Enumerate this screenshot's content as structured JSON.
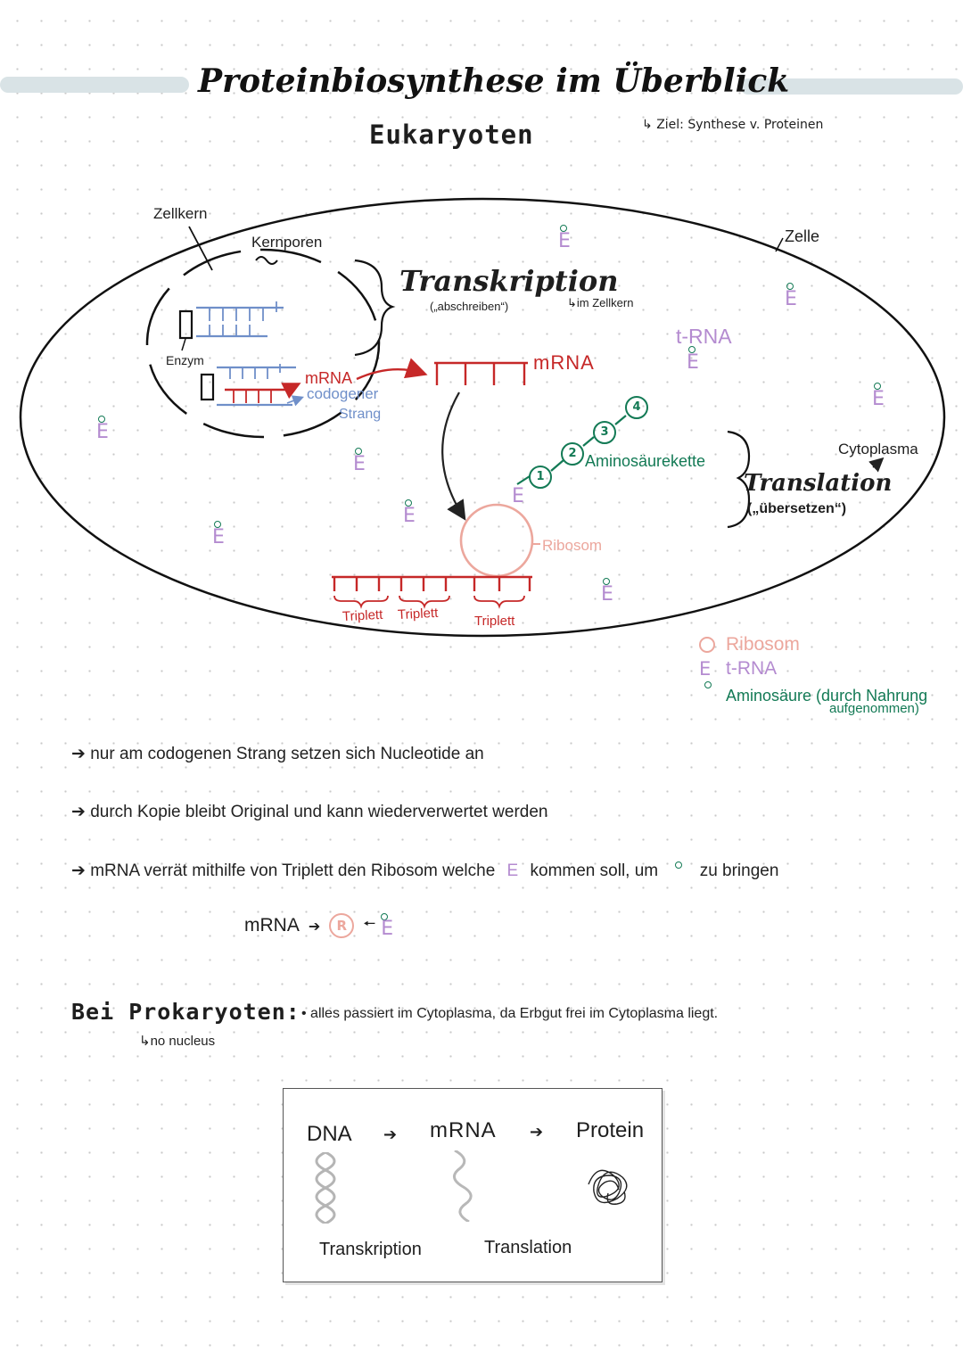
{
  "header": {
    "title": "Proteinbiosynthese im Überblick",
    "subtitle": "Eukaryoten",
    "goal": "Ziel: Synthese v. Proteinen"
  },
  "diagram": {
    "zellkern": "Zellkern",
    "kernporen": "Kernporen",
    "zelle": "Zelle",
    "transkription": "Transkription",
    "transkription_note": "(„abschreiben“)",
    "im_zellkern": "im Zellkern",
    "enzym": "Enzym",
    "mrna_small": "mRNA",
    "codogener": "codogener",
    "strang": "Strang",
    "mrna_big": "mRNA",
    "trna": "t-RNA",
    "aminosaeurekette": "Aminosäurekette",
    "aa_numbers": [
      "1",
      "2",
      "3",
      "4"
    ],
    "cytoplasma": "Cytoplasma",
    "translation": "Translation",
    "translation_note": "(„übersetzen“)",
    "ribosom": "Ribosom",
    "triplett_1": "Triplett",
    "triplett_2": "Triplett",
    "triplett_3": "Triplett",
    "trna_symbol": "E"
  },
  "legend": {
    "ribosom": "Ribosom",
    "trna": "t-RNA",
    "aminosaeure": "Aminosäure (durch Nahrung",
    "aminosaeure_2": "aufgenommen)"
  },
  "notes": {
    "line1": "nur am codogenen Strang setzen sich Nucleotide an",
    "line2": "durch Kopie bleibt Original und kann wiederverwertet werden",
    "line3a": "mRNA verrät mithilfe von Triplett den Ribosom welche",
    "line3b": "kommen soll, um",
    "line3c": "zu bringen",
    "formula_mrna": "mRNA",
    "formula_r": "R"
  },
  "prokaryoten": {
    "heading": "Bei Prokaryoten:",
    "text": "alles passiert im Cytoplasma, da Erbgut frei im Cytoplasma liegt.",
    "sub": "no nucleus",
    "dna": "DNA",
    "mrna": "mRNA",
    "protein": "Protein",
    "transkription": "Transkription",
    "translation": "Translation"
  },
  "colors": {
    "mrna": "#c62828",
    "codogen": "#6f8fc9",
    "aminoacid": "#137a55",
    "trna": "#b48bd0",
    "ribosom": "#eca79d"
  }
}
